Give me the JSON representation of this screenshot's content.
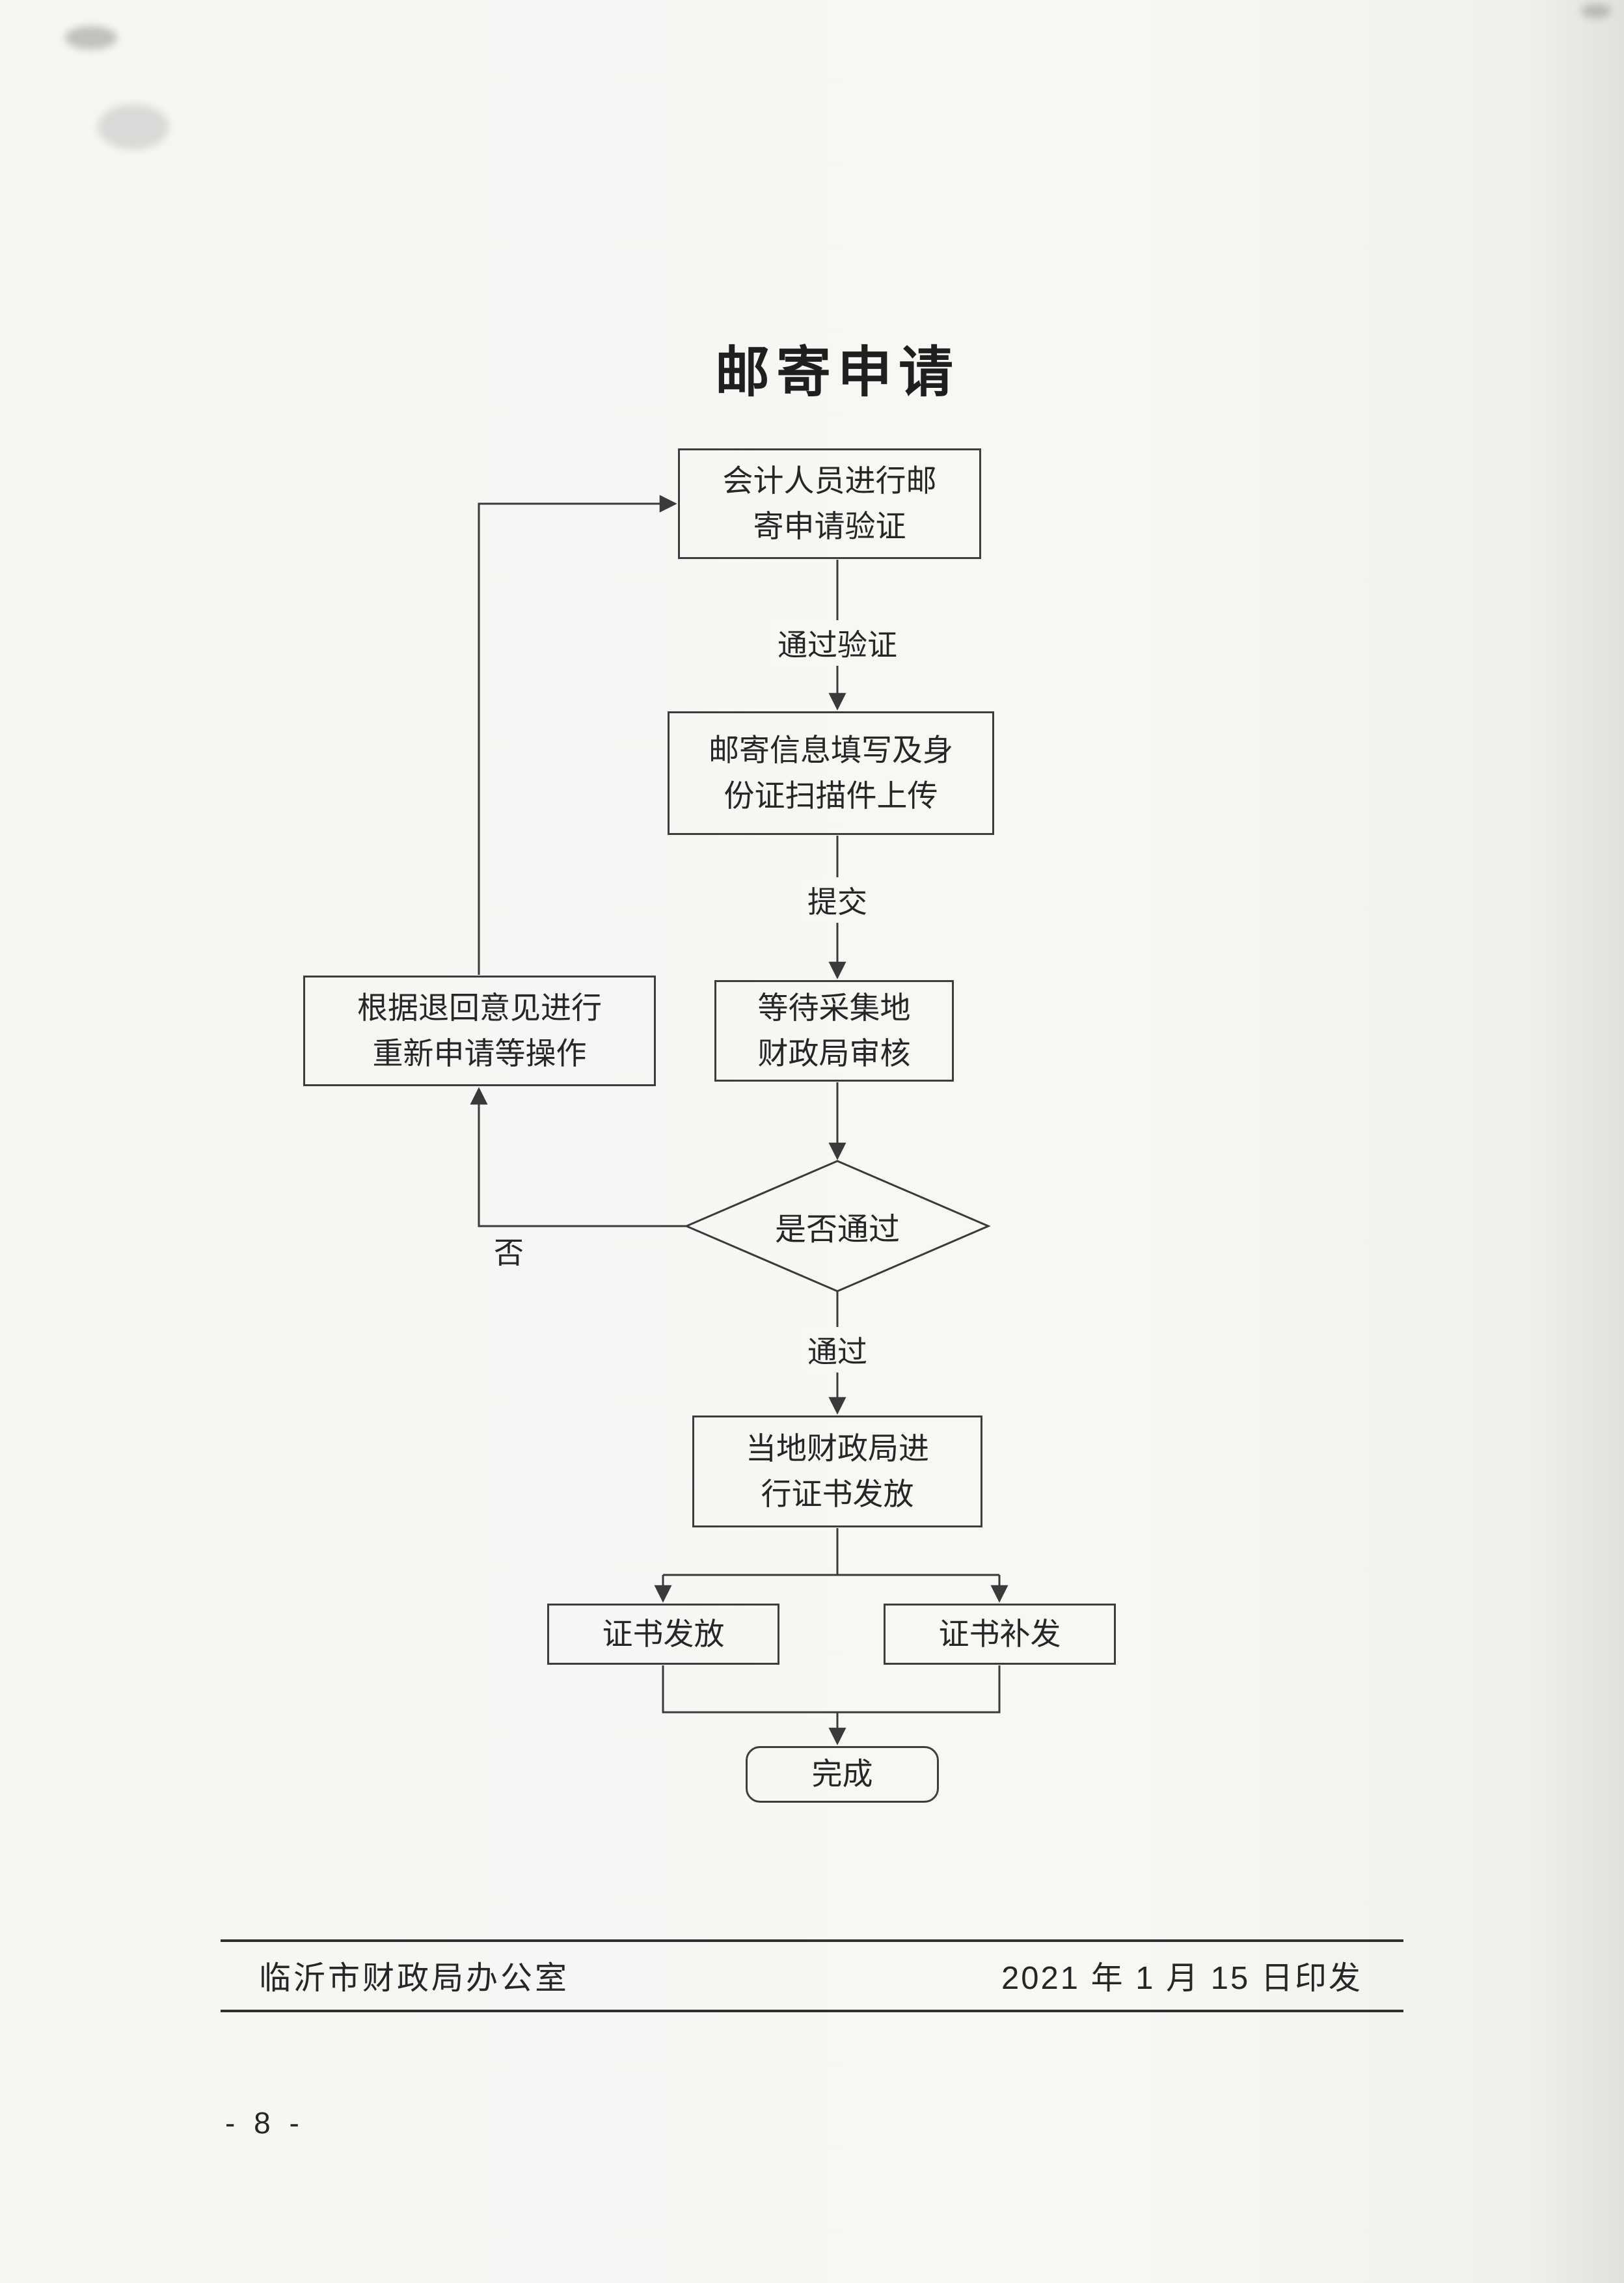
{
  "colors": {
    "ink": "#3a3a3a",
    "paper": "#f8f7f4"
  },
  "page": {
    "title": "邮寄申请",
    "footer": {
      "office": "临沂市财政局办公室",
      "date": "2021 年 1 月 15 日印发"
    },
    "page_number": "- 8 -"
  },
  "flowchart": {
    "nodes": {
      "verify": "会计人员进行邮\n寄申请验证",
      "fill_info": "邮寄信息填写及身\n份证扫描件上传",
      "wait_review": "等待采集地\n财政局审核",
      "redo": "根据退回意见进行\n重新申请等操作",
      "decision": "是否通过",
      "issue": "当地财政局进\n行证书发放",
      "issuance": "证书发放",
      "reissue": "证书补发",
      "done": "完成"
    },
    "edges": {
      "verified": "通过验证",
      "submit": "提交",
      "no": "否",
      "yes": "通过"
    }
  }
}
